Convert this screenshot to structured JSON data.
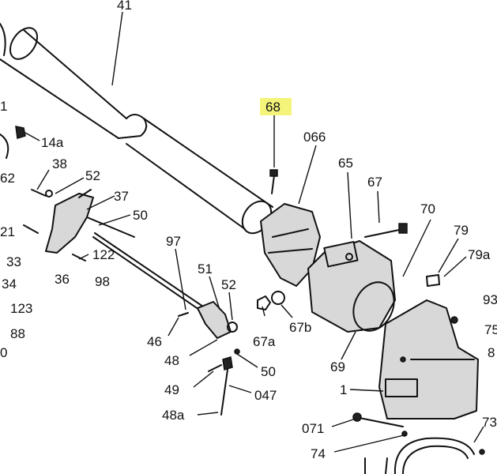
{
  "highlighted_part": "68",
  "highlight_color": "#f4f47a",
  "labels": {
    "p41": "41",
    "p68": "68",
    "p066": "066",
    "p65": "65",
    "p67": "67",
    "p70": "70",
    "p79": "79",
    "p79a": "79a",
    "p93": "93",
    "p75": "75",
    "p8": "8",
    "p14a": "14a",
    "p38": "38",
    "p52a": "52",
    "p62": "62",
    "p37": "37",
    "p50a": "50",
    "p21": "21",
    "p33": "33",
    "p122": "122",
    "p34": "34",
    "p36": "36",
    "p98": "98",
    "p123": "123",
    "p88": "88",
    "p97": "97",
    "p51": "51",
    "p52b": "52",
    "p46": "46",
    "p48": "48",
    "p50b": "50",
    "p49": "49",
    "p047": "047",
    "p48a": "48a",
    "p67a": "67a",
    "p67b": "67b",
    "p69": "69",
    "p1": "1",
    "p071": "071",
    "p74": "74",
    "p73": "73",
    "p1left": "1",
    "p0left": "0"
  }
}
